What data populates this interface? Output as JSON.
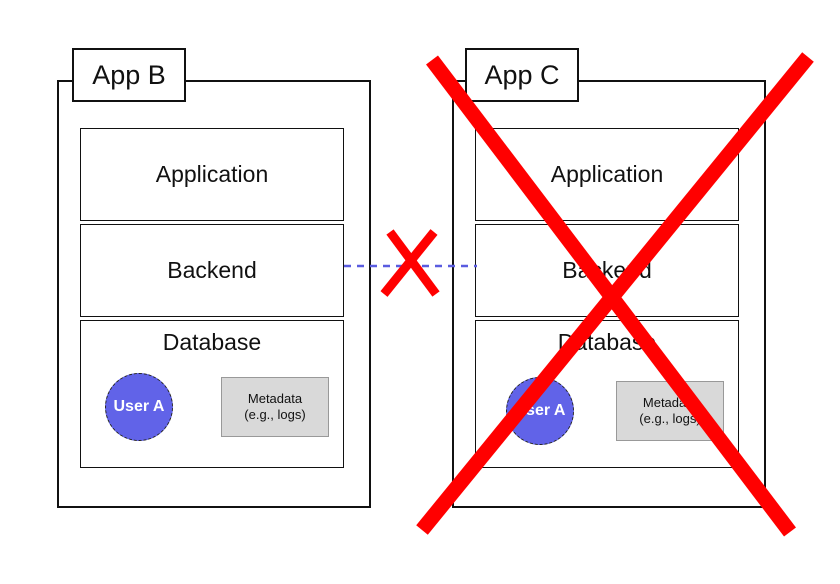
{
  "colors": {
    "user_fill": "#6163e8",
    "metadata_fill": "#d9d9d9",
    "cross": "#ff0000",
    "connector": "#5a5ce0"
  },
  "app_b": {
    "title": "App B",
    "layers": {
      "application": "Application",
      "backend": "Backend",
      "database": "Database"
    },
    "user": "User A",
    "metadata": {
      "line1": "Metadata",
      "line2": "(e.g., logs)"
    }
  },
  "app_c": {
    "title": "App C",
    "layers": {
      "application": "Application",
      "backend": "Backend",
      "database": "Database"
    },
    "user": "User A",
    "metadata": {
      "line1": "Metadata",
      "line2": "(e.g., logs)"
    }
  },
  "connection": {
    "style": "dashed",
    "status": "blocked"
  },
  "app_c_status": "crossed-out"
}
